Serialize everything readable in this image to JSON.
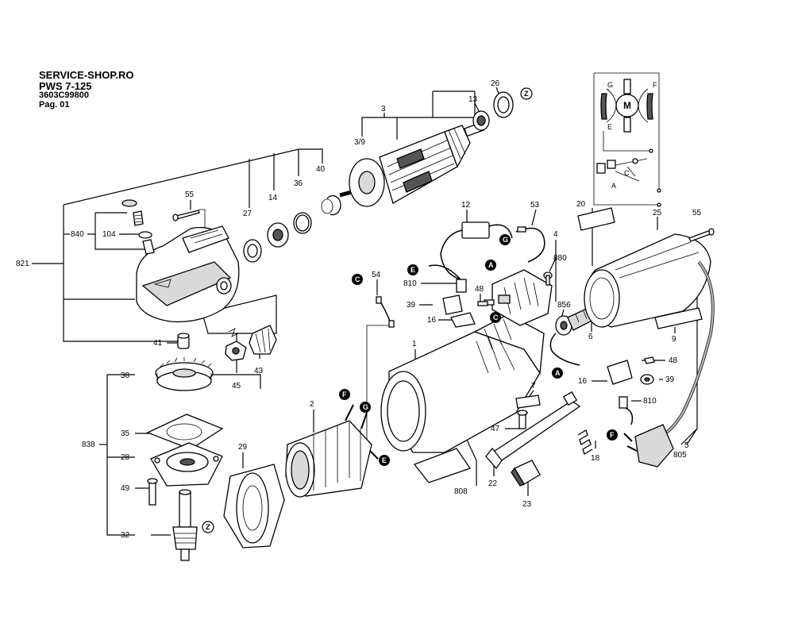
{
  "header": {
    "line1": "SERVICE-SHOP.RO",
    "line2": "PWS 7-125",
    "line3": "3603C99800",
    "line4": "Pag. 01"
  },
  "part_labels": {
    "p1": "1",
    "p2": "2",
    "p3": "3",
    "p3_9": "3/9",
    "p4": "4",
    "p5": "5",
    "p6": "6",
    "p7": "7",
    "p9": "9",
    "p12": "12",
    "p13": "13",
    "p14": "14",
    "p16a": "16",
    "p16b": "16",
    "p18": "18",
    "p20": "20",
    "p22": "22",
    "p23": "23",
    "p25": "25",
    "p26": "26",
    "p27": "27",
    "p28": "28",
    "p29": "29",
    "p32": "32",
    "p35": "35",
    "p36": "36",
    "p38": "38",
    "p39a": "39",
    "p39b": "39",
    "p40": "40",
    "p41": "41",
    "p43": "43",
    "p45": "45",
    "p47": "47",
    "p48a": "48",
    "p48b": "48",
    "p49": "49",
    "p53": "53",
    "p54": "54",
    "p55a": "55",
    "p55b": "55",
    "p104": "104",
    "p805": "805",
    "p808": "808",
    "p810a": "810",
    "p810b": "810",
    "p821": "821",
    "p838": "838",
    "p840": "840",
    "p856": "856",
    "p880": "880"
  },
  "markers": {
    "a1": "A",
    "a2": "A",
    "c1": "C",
    "c2": "C",
    "e1": "E",
    "e2": "E",
    "f1": "F",
    "f2": "F",
    "g1": "G",
    "g2": "G",
    "z1": "Z",
    "z2": "Z"
  },
  "schematic": {
    "motor": "M",
    "g": "G",
    "f": "F",
    "e": "E",
    "c": "C",
    "a": "A"
  }
}
